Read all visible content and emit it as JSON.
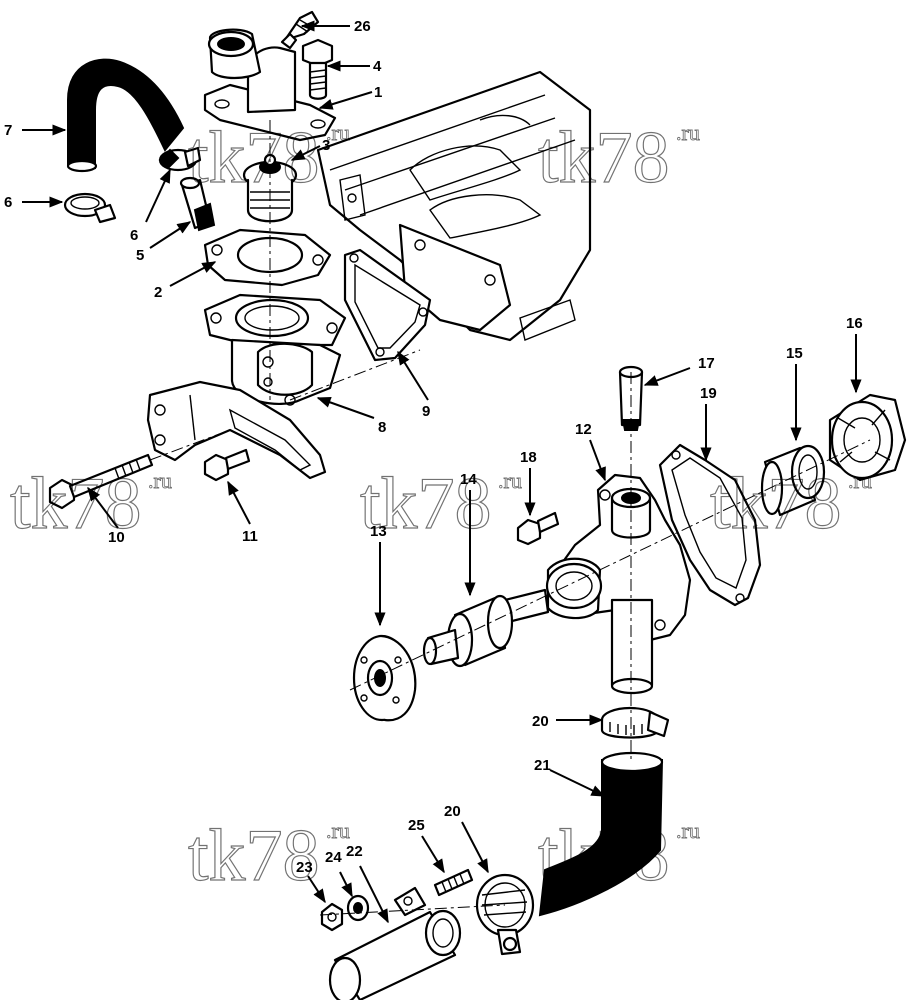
{
  "callouts": [
    "1",
    "2",
    "3",
    "4",
    "5",
    "6",
    "6",
    "7",
    "8",
    "9",
    "10",
    "11",
    "12",
    "13",
    "14",
    "15",
    "16",
    "17",
    "18",
    "19",
    "20",
    "20",
    "21",
    "22",
    "23",
    "24",
    "25",
    "26"
  ],
  "watermark": {
    "main": "tk78",
    "suffix": ".ru"
  },
  "colors": {
    "ink": "#000000",
    "paper": "#ffffff"
  }
}
